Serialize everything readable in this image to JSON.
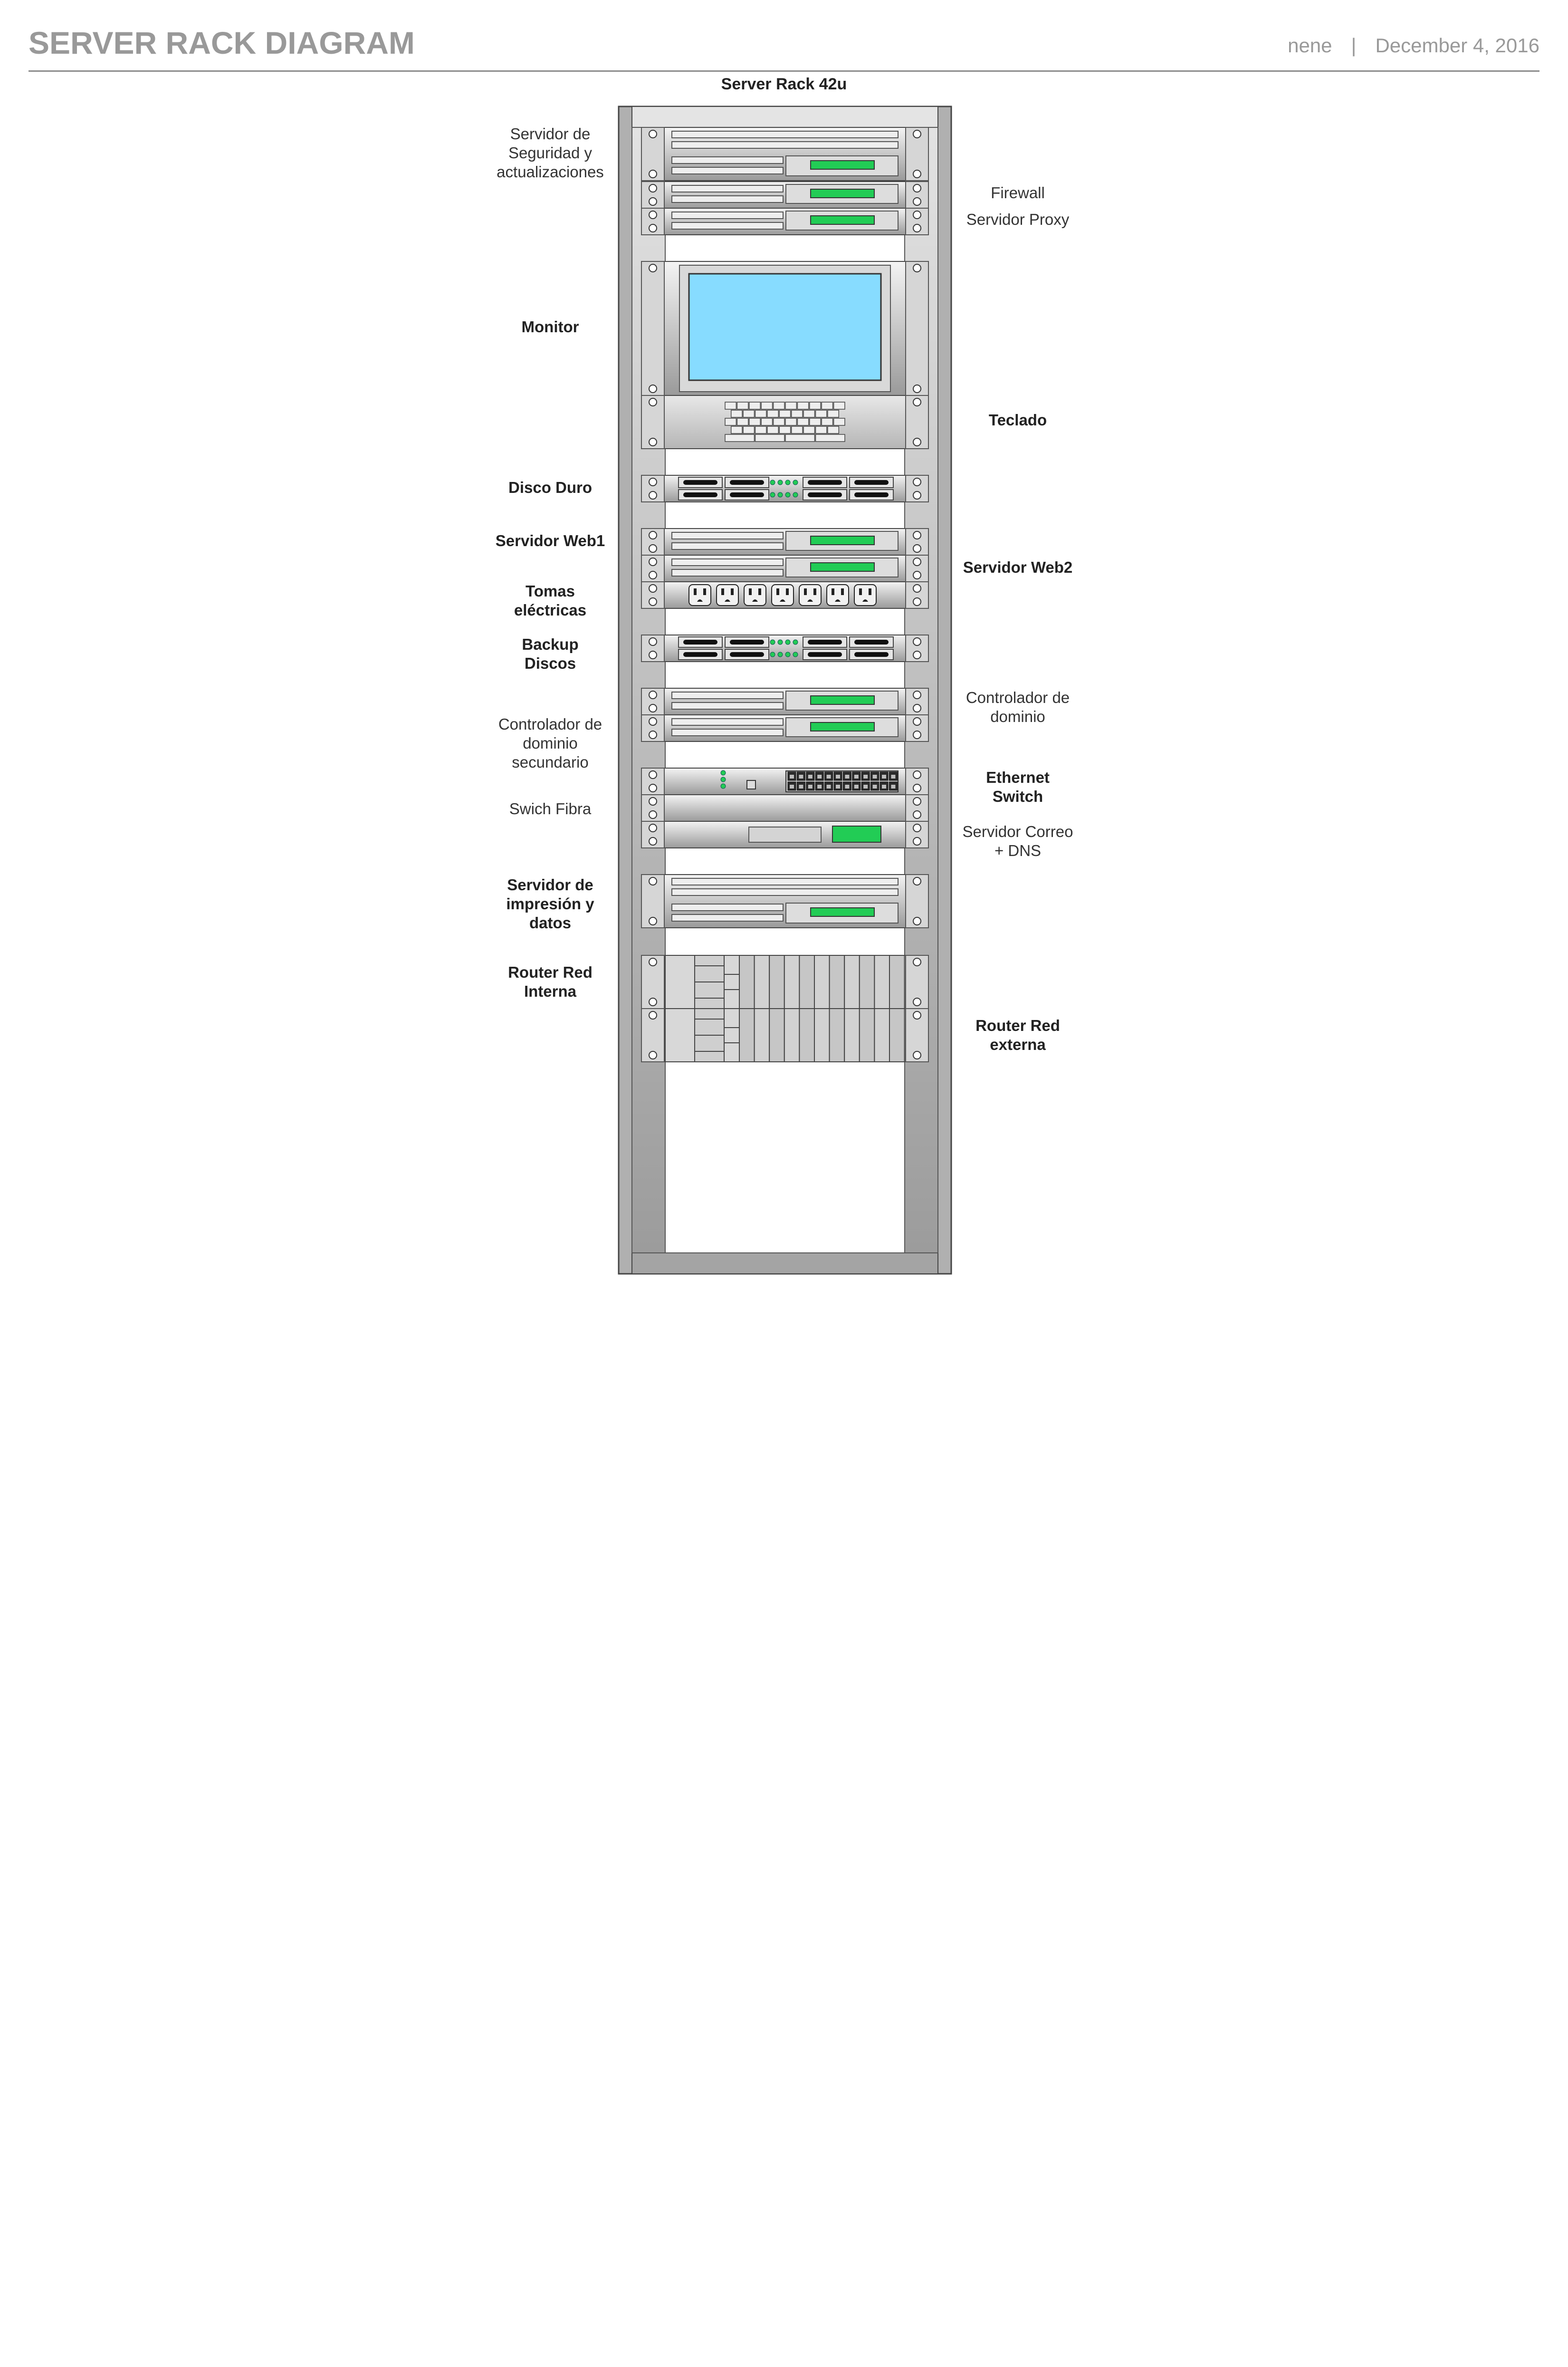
{
  "header": {
    "title": "SERVER RACK DIAGRAM",
    "author": "nene",
    "separator": "|",
    "date": "December 4, 2016"
  },
  "rack": {
    "title": "Server Rack 42u"
  },
  "labels": [
    {
      "id": "security",
      "text": "Servidor de\nSeguridad y\nactualizaciones",
      "side": "left",
      "bold": false
    },
    {
      "id": "firewall",
      "text": "Firewall",
      "side": "right",
      "bold": false
    },
    {
      "id": "proxy",
      "text": "Servidor Proxy",
      "side": "right",
      "bold": false
    },
    {
      "id": "monitor",
      "text": "Monitor",
      "side": "left",
      "bold": true
    },
    {
      "id": "keyboard",
      "text": "Teclado",
      "side": "right",
      "bold": true
    },
    {
      "id": "hdd",
      "text": "Disco Duro",
      "side": "left",
      "bold": true
    },
    {
      "id": "web1",
      "text": "Servidor Web1",
      "side": "left",
      "bold": true
    },
    {
      "id": "web2",
      "text": "Servidor Web2",
      "side": "right",
      "bold": true
    },
    {
      "id": "power",
      "text": "Tomas\neléctricas",
      "side": "left",
      "bold": true
    },
    {
      "id": "backup",
      "text": "Backup\nDiscos",
      "side": "left",
      "bold": true
    },
    {
      "id": "dc",
      "text": "Controlador de\ndominio",
      "side": "right",
      "bold": false
    },
    {
      "id": "dc2",
      "text": "Controlador de\ndominio\nsecundario",
      "side": "left",
      "bold": false
    },
    {
      "id": "ethernet",
      "text": "Ethernet\nSwitch",
      "side": "right",
      "bold": true
    },
    {
      "id": "fiber",
      "text": "Swich Fibra",
      "side": "left",
      "bold": false
    },
    {
      "id": "mail",
      "text": "Servidor Correo\n+ DNS",
      "side": "right",
      "bold": false
    },
    {
      "id": "print",
      "text": "Servidor de\nimpresión y\ndatos",
      "side": "left",
      "bold": true
    },
    {
      "id": "router-int",
      "text": "Router Red\nInterna",
      "side": "left",
      "bold": true
    },
    {
      "id": "router-ext",
      "text": "Router Red\nexterna",
      "side": "right",
      "bold": true
    }
  ],
  "colors": {
    "header_text": "#999999",
    "led_green": "#22cc55",
    "screen": "#87dcff",
    "rack_metal": "#a8a8a8"
  }
}
